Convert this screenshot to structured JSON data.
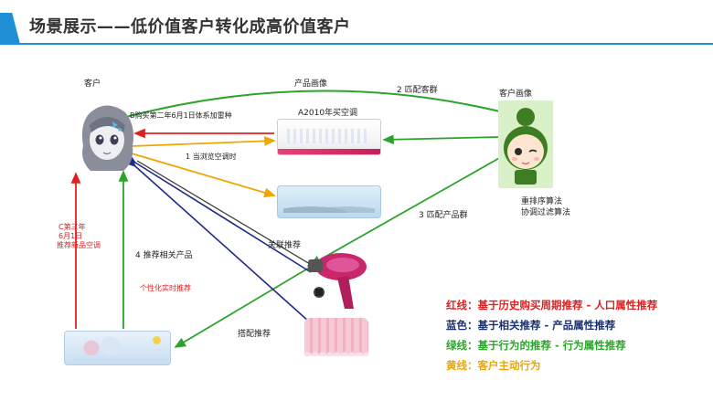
{
  "header": {
    "title": "场景展示——低价值客户转化成高价值客户",
    "accent_color": "#1f8fd6"
  },
  "labels": {
    "customer": "客户",
    "product_profile": "产品画像",
    "match_customer_group": "2 匹配客群",
    "customer_profile": "客户画像",
    "a2010_ac": "A2010年买空调",
    "b_purchase": "B购买第二年6月1日体系加雷种",
    "browse_ac": "1 当浏览空调时",
    "rerank_line1": "重排序算法",
    "rerank_line2": "协调过滤算法",
    "match_product_group": "3 匹配产品群",
    "c_line1": "C第三年",
    "c_line2": "6月1日",
    "c_line3": "推荐新品空调",
    "recommend_related": "4 推荐相关产品",
    "related_recommend": "关联推荐",
    "personalized_realtime": "个性化实时推荐",
    "matched_recommend": "搭配推荐"
  },
  "legend": [
    {
      "text": "红线：基于历史购买周期推荐 - 人口属性推荐",
      "color": "#e02020"
    },
    {
      "text": "蓝色：基于相关推荐 - 产品属性推荐",
      "color": "#1a2f70"
    },
    {
      "text": "绿线：基于行为的推荐 - 行为属性推荐",
      "color": "#2aa52a"
    },
    {
      "text": "黄线：客户主动行为",
      "color": "#f0a500"
    }
  ],
  "colors": {
    "red": "#e02020",
    "blue": "#1a2f70",
    "green": "#2aa52a",
    "yellow": "#f0a500",
    "navy": "#1f2a8a",
    "dark": "#333333"
  },
  "icons": {
    "customer": "anime-girl-avatar",
    "customer_profile": "cartoon-girl-avatar",
    "hair_dryer": "hair-dryer",
    "bath_mat": "pink-bath-mat",
    "air_conditioner": "air-conditioner"
  }
}
